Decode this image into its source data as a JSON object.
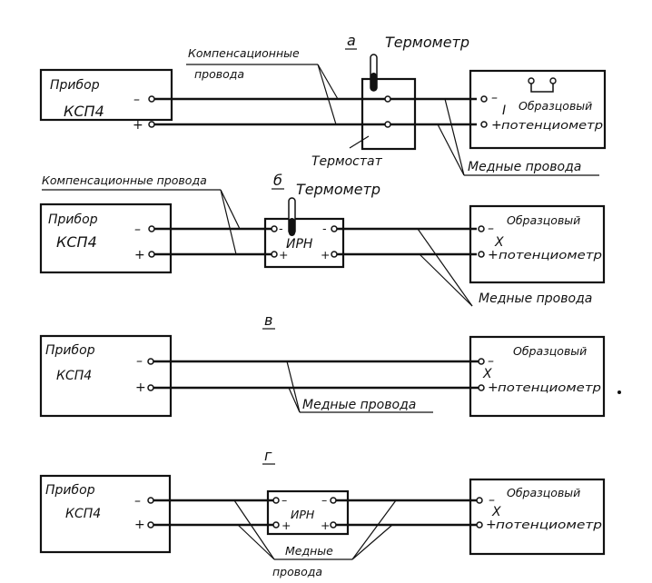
{
  "diagrams": [
    {
      "id": "a",
      "label": "а",
      "instrument": {
        "title": "Прибор",
        "model": "КСП4",
        "minus": "–",
        "plus": "+"
      },
      "intermediate": {
        "type": "thermostat",
        "label": "Термостат",
        "thermometer_label": "Термометр"
      },
      "wire_label_left": "Компенсационные",
      "wire_label_left_2": "провода",
      "wire_label_right": "Медные провода",
      "potentiometer": {
        "line1": "Образцовый",
        "line2": "потенциометр",
        "marker": "I",
        "minus": "–",
        "plus": "+"
      }
    },
    {
      "id": "b",
      "label": "б",
      "instrument": {
        "title": "Прибор",
        "model": "КСП4",
        "minus": "–",
        "plus": "+"
      },
      "intermediate": {
        "type": "irn",
        "label": "ИРН",
        "thermometer_label": "Термометр"
      },
      "wire_label_left": "Компенсационные провода",
      "wire_label_right": "Медные провода",
      "potentiometer": {
        "line1": "Образцовый",
        "line2": "потенциометр",
        "marker": "X",
        "minus": "–",
        "plus": "+"
      }
    },
    {
      "id": "v",
      "label": "в",
      "instrument": {
        "title": "Прибор",
        "model": "КСП4",
        "minus": "–",
        "plus": "+"
      },
      "wire_label": "Медные провода",
      "potentiometer": {
        "line1": "Образцовый",
        "line2": "потенциометр",
        "marker": "X",
        "minus": "–",
        "plus": "+"
      }
    },
    {
      "id": "g",
      "label": "г",
      "instrument": {
        "title": "Прибор",
        "model": "КСП4",
        "minus": "–",
        "plus": "+"
      },
      "intermediate": {
        "type": "irn",
        "label": "ИРН"
      },
      "wire_label_1": "Медные",
      "wire_label_2": "провода",
      "potentiometer": {
        "line1": "Образцовый",
        "line2": "потенциометр",
        "marker": "X",
        "minus": "–",
        "plus": "+"
      }
    }
  ]
}
